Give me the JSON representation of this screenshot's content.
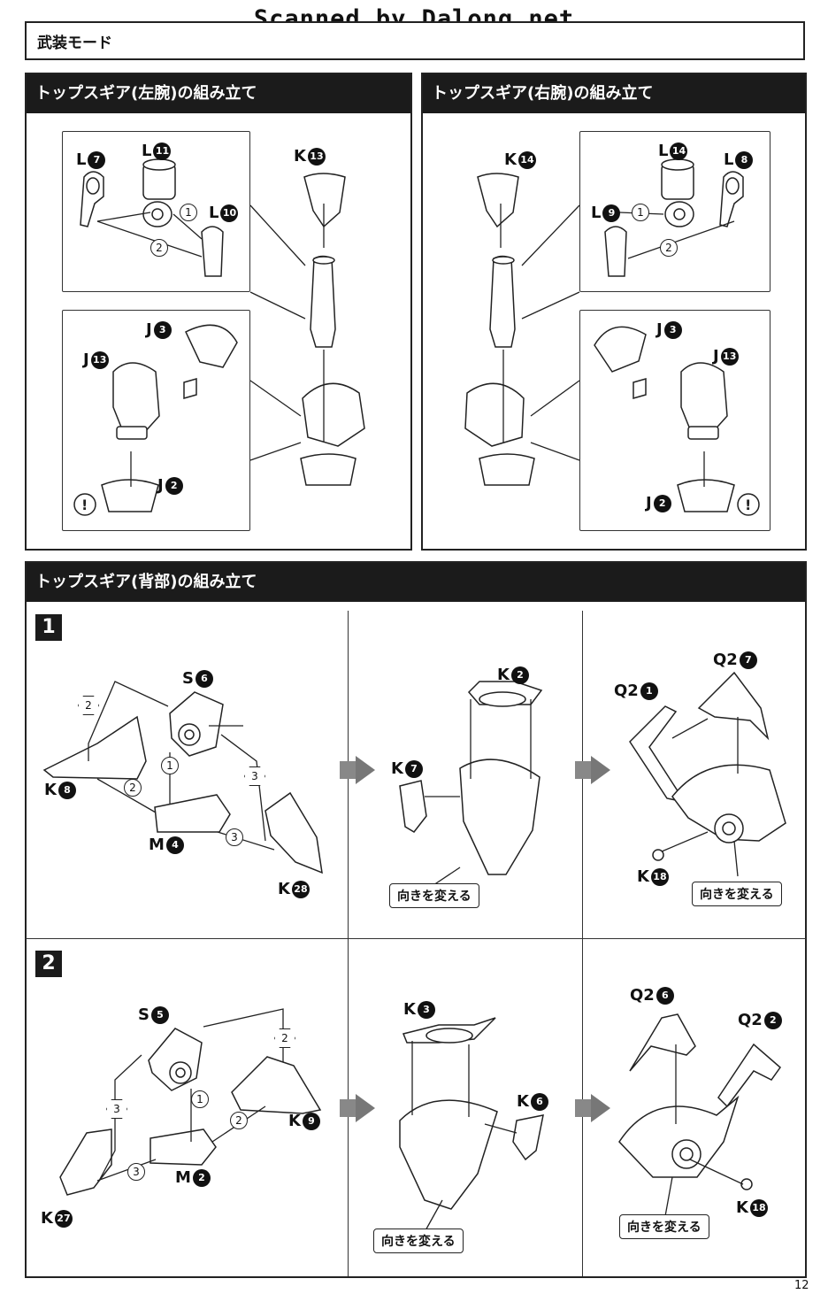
{
  "watermark": "Scanned by Dalong.net",
  "mode_title": "武装モード",
  "left_arm": {
    "title": "トップスギア(左腕)の組み立て",
    "labels": {
      "L7": {
        "l": "L",
        "n": "7"
      },
      "L11": {
        "l": "L",
        "n": "11"
      },
      "L10": {
        "l": "L",
        "n": "10"
      },
      "K13": {
        "l": "K",
        "n": "13"
      },
      "J3": {
        "l": "J",
        "n": "3"
      },
      "J13": {
        "l": "J",
        "n": "13"
      },
      "J2": {
        "l": "J",
        "n": "2"
      }
    },
    "steps": [
      "1",
      "2"
    ]
  },
  "right_arm": {
    "title": "トップスギア(右腕)の組み立て",
    "labels": {
      "K14": {
        "l": "K",
        "n": "14"
      },
      "L14": {
        "l": "L",
        "n": "14"
      },
      "L8": {
        "l": "L",
        "n": "8"
      },
      "L9": {
        "l": "L",
        "n": "9"
      },
      "J3": {
        "l": "J",
        "n": "3"
      },
      "J13": {
        "l": "J",
        "n": "13"
      },
      "J2": {
        "l": "J",
        "n": "2"
      }
    },
    "steps": [
      "1",
      "2"
    ]
  },
  "back": {
    "title": "トップスギア(背部)の組み立て",
    "step1": {
      "number": "1",
      "labels": {
        "S6": {
          "l": "S",
          "n": "6"
        },
        "K8": {
          "l": "K",
          "n": "8"
        },
        "M4": {
          "l": "M",
          "n": "4"
        },
        "K28": {
          "l": "K",
          "n": "28"
        },
        "K2": {
          "l": "K",
          "n": "2"
        },
        "K7": {
          "l": "K",
          "n": "7"
        },
        "Q2_1": {
          "l": "Q2",
          "n": "1"
        },
        "Q2_7": {
          "l": "Q2",
          "n": "7"
        },
        "K18": {
          "l": "K",
          "n": "18"
        }
      },
      "steps": [
        "1",
        "2",
        "3"
      ],
      "note1": "向きを変える",
      "note2": "向きを変える"
    },
    "step2": {
      "number": "2",
      "labels": {
        "S5": {
          "l": "S",
          "n": "5"
        },
        "K9": {
          "l": "K",
          "n": "9"
        },
        "M2": {
          "l": "M",
          "n": "2"
        },
        "K27": {
          "l": "K",
          "n": "27"
        },
        "K3": {
          "l": "K",
          "n": "3"
        },
        "K6": {
          "l": "K",
          "n": "6"
        },
        "Q2_6": {
          "l": "Q2",
          "n": "6"
        },
        "Q2_2": {
          "l": "Q2",
          "n": "2"
        },
        "K18": {
          "l": "K",
          "n": "18"
        }
      },
      "steps": [
        "1",
        "2",
        "3"
      ],
      "note1": "向きを変える",
      "note2": "向きを変える"
    }
  },
  "page_number": "12"
}
